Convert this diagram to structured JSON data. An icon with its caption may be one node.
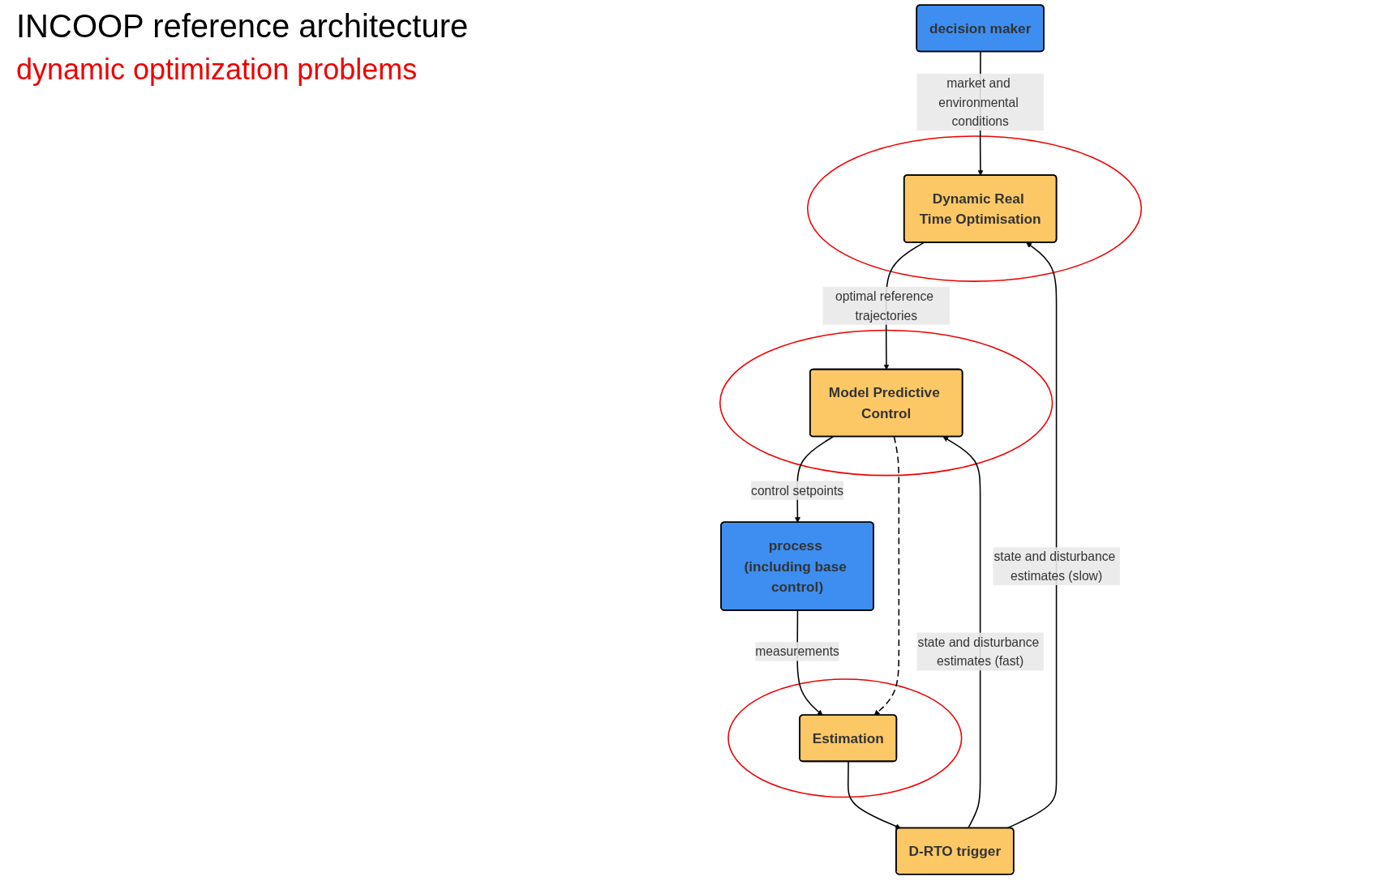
{
  "diagram": {
    "title": "INCOOP reference architecture",
    "nodes": [
      {
        "text": [
          "decision maker"
        ]
      },
      {
        "text": [],
        "shape": "circle"
      },
      {
        "text": [
          "Dynamic Real Time Optimisation"
        ],
        "in": 1
      },
      {
        "text": [],
        "shape": "circle"
      },
      {
        "text": [
          "Estimation"
        ],
        "in": 3
      },
      {
        "text": [
          "D-RTO trigger"
        ]
      },
      {
        "text": [],
        "shape": "circle"
      },
      {
        "text": [
          "Model Predictive Control"
        ],
        "in": 6
      },
      {
        "text": [
          "process (including base control)"
        ]
      }
    ],
    "edges": [
      {
        "from": 0,
        "to": 2,
        "arrow": "to",
        "label": "market and environmental conditions"
      },
      {
        "from": 5,
        "to": 2,
        "arrow": "to",
        "label": "state and disturbance estimates (slow)"
      },
      {
        "from": 4,
        "to": 5,
        "arrow": "to"
      },
      {
        "from": 2,
        "to": 7,
        "arrow": "to",
        "label": "optimal reference trajectories"
      },
      {
        "from": 5,
        "to": 7,
        "arrow": "to",
        "label": "state and disturbance estimates (fast)"
      },
      {
        "from": 7,
        "to": 8,
        "arrow": "to",
        "label": "control setpoints"
      },
      {
        "from": 8,
        "to": 4,
        "arrow": "to",
        "label": "measurements"
      },
      {
        "from": 7,
        "to": 4,
        "arrow": "to",
        "style": "dashed"
      }
    ],
    "labels": [
      "dynamic optimization problems"
    ]
  }
}
